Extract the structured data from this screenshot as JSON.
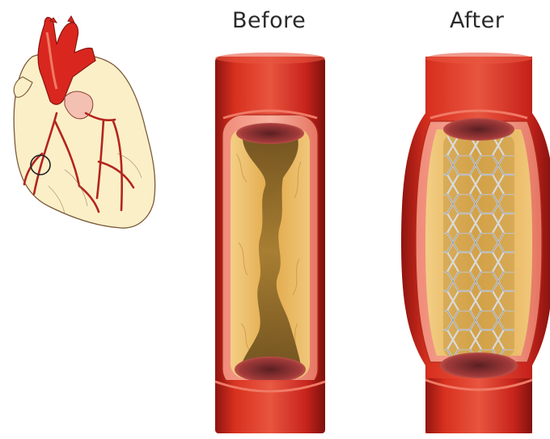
{
  "labels": {
    "before": "Before",
    "after": "After"
  },
  "colors": {
    "vessel_red": "#c8241c",
    "vessel_highlight": "#e8553f",
    "plaque_yellow": "#e9b75a",
    "plaque_brown": "#8a6a2b",
    "heart_skin": "#fbefc8",
    "stent_gray": "#cfd2d6"
  },
  "icons": {
    "heart": "heart-anatomy-icon",
    "focus": "blockage-circle-marker"
  }
}
